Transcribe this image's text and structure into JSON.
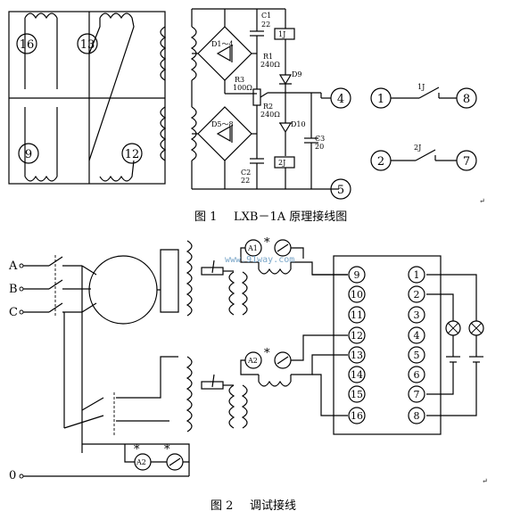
{
  "fig1": {
    "caption_num": "图 1",
    "caption_text": "LXB－1A 原理接线图",
    "relay_terminals": [
      "16",
      "13",
      "9",
      "12"
    ],
    "bridge1": "D1～4",
    "bridge2": "D5～8",
    "c1_name": "C1",
    "c1_val": "22",
    "c2_name": "C2",
    "c2_val": "22",
    "c3_name": "C3",
    "c3_val": "20",
    "r1_name": "R1",
    "r1_val": "240Ω",
    "r2_name": "R2",
    "r2_val": "240Ω",
    "r3_name": "R3",
    "r3_val": "100Ω",
    "d9": "D9",
    "d10": "D10",
    "relay1": "1J",
    "relay2": "2J",
    "out_terms": [
      "4",
      "5"
    ],
    "contact1": {
      "left": "1",
      "name": "1J",
      "right": "8"
    },
    "contact2": {
      "left": "2",
      "name": "2J",
      "right": "7"
    }
  },
  "fig2": {
    "caption_num": "图 2",
    "caption_text": "调试接线",
    "phases": [
      "A",
      "B",
      "C"
    ],
    "neutral": "0",
    "meters": [
      "A1",
      "A2",
      "A2"
    ],
    "star": "*",
    "watermark": "www.91way.com",
    "left_terms": [
      "9",
      "10",
      "11",
      "12",
      "13",
      "14",
      "15",
      "16"
    ],
    "right_terms": [
      "1",
      "2",
      "3",
      "4",
      "5",
      "6",
      "7",
      "8"
    ]
  }
}
